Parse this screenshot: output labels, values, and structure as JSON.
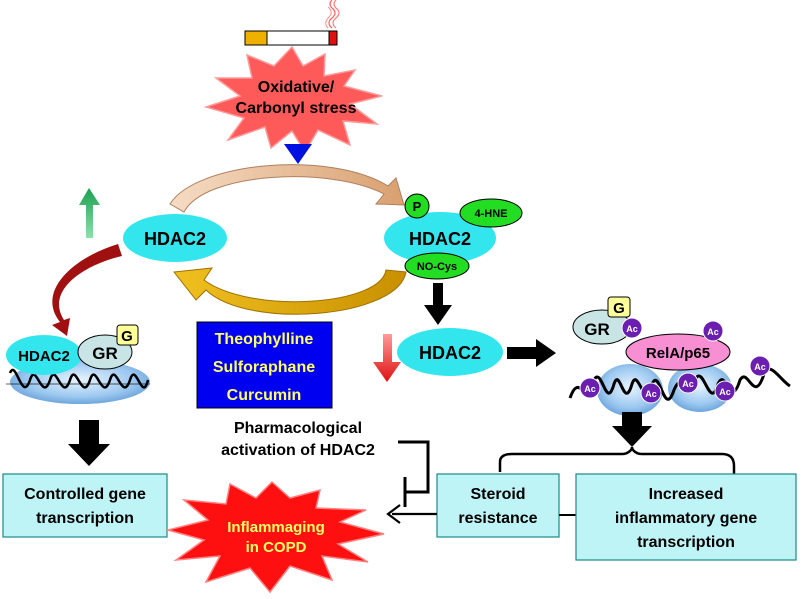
{
  "colors": {
    "hdac2": "#33e6ee",
    "drug_box": "#0000f0",
    "drug_text": "#ffff66",
    "stress_burst": "#ff4a4a",
    "inflammaging_burst": "#ff1010",
    "box_fill": "#bff4f7",
    "gr_fill": "#c8e4e4",
    "rela_fill": "#f78fd2",
    "ac_fill": "#6a1fb0",
    "up_arrow": "#22a85a",
    "down_arrow": "#e02020",
    "cycle_top": "#e8b888",
    "cycle_bottom": "#e8b000",
    "left_arc": "#a01010"
  },
  "stress": {
    "line1": "Oxidative/",
    "line2": "Carbonyl stress"
  },
  "hdac_left": {
    "label": "HDAC2"
  },
  "hdac_modified": {
    "label": "HDAC2",
    "phospho": "P",
    "hne": "4-HNE",
    "nocys": "NO-Cys"
  },
  "hdac_mid": {
    "label": "HDAC2"
  },
  "drugs": {
    "line1": "Theophylline",
    "line2": "Sulforaphane",
    "line3": "Curcumin"
  },
  "pharm": {
    "line1": "Pharmacological",
    "line2": "activation of HDAC2"
  },
  "left_complex": {
    "hdac": "HDAC2",
    "gr": "GR",
    "g": "G"
  },
  "right_complex": {
    "gr": "GR",
    "g": "G",
    "rela": "RelA/p65",
    "ac": "Ac"
  },
  "controlled": {
    "line1": "Controlled gene",
    "line2": "transcription"
  },
  "steroid": {
    "line1": "Steroid",
    "line2": "resistance"
  },
  "increased": {
    "line1": "Increased",
    "line2": "inflammatory gene",
    "line3": "transcription"
  },
  "inflammaging": {
    "line1": "Inflammaging",
    "line2": "in COPD"
  }
}
